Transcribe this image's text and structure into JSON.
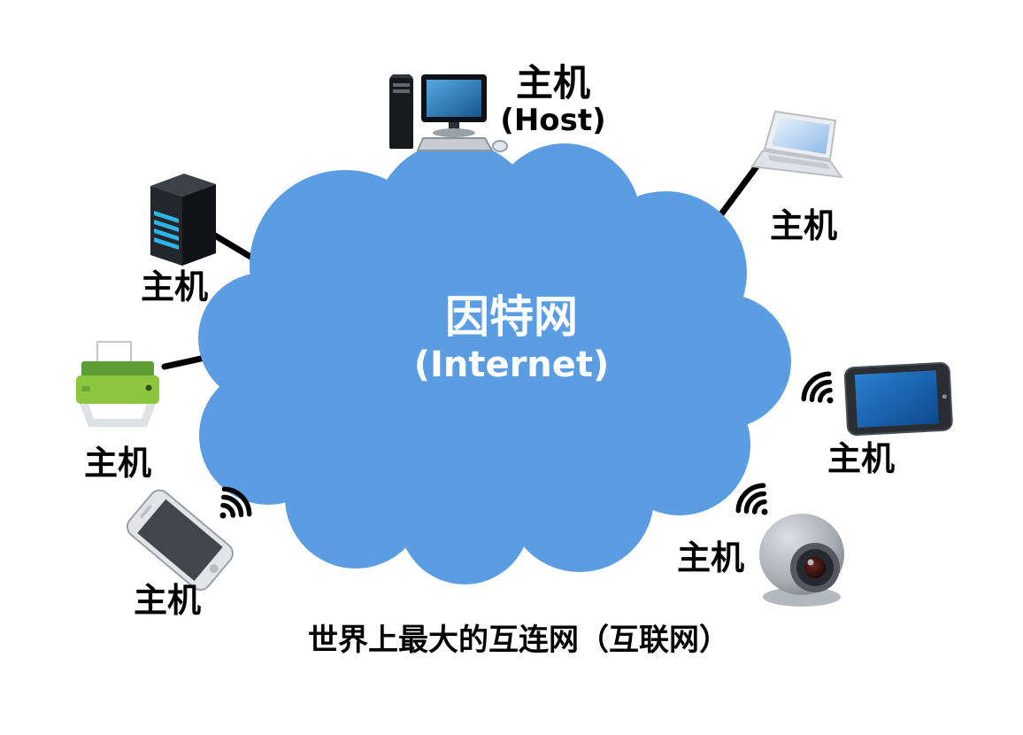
{
  "diagram": {
    "cloud": {
      "title": "因特网",
      "subtitle": "(Internet)"
    },
    "caption": "世界上最大的互连网（互联网）",
    "nodes": [
      {
        "id": "desktop",
        "label": "主机",
        "sublabel": "(Host)",
        "connection": "wired"
      },
      {
        "id": "server",
        "label": "主机",
        "connection": "wired"
      },
      {
        "id": "printer",
        "label": "主机",
        "connection": "wired"
      },
      {
        "id": "smartphone",
        "label": "主机",
        "connection": "wireless"
      },
      {
        "id": "laptop",
        "label": "主机",
        "connection": "wired"
      },
      {
        "id": "tablet",
        "label": "主机",
        "connection": "wireless"
      },
      {
        "id": "camera",
        "label": "主机",
        "connection": "wireless"
      }
    ],
    "colors": {
      "cloud": "#5B9DE3",
      "line": "#000000",
      "text_on_cloud": "#FFFFFF",
      "label_text": "#000000"
    }
  }
}
